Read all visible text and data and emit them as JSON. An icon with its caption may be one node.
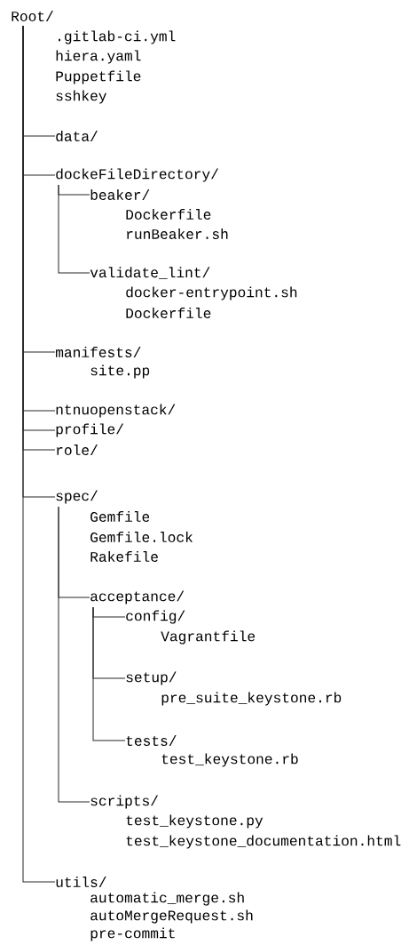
{
  "diagram": {
    "nodes": [
      {
        "text": [
          "Root/"
        ]
      },
      {
        "text": [
          "data/"
        ]
      },
      {
        "text": [
          "dockeFileDirectory/"
        ]
      },
      {
        "text": [
          "beaker/"
        ]
      },
      {
        "text": [
          "validate_lint/"
        ]
      },
      {
        "text": [
          "manifests/"
        ]
      },
      {
        "text": [
          "ntnuopenstack/"
        ]
      },
      {
        "text": [
          "profile/"
        ]
      },
      {
        "text": [
          "role/"
        ]
      },
      {
        "text": [
          "spec/"
        ]
      },
      {
        "text": [
          "acceptance/"
        ]
      },
      {
        "text": [
          "config/"
        ]
      },
      {
        "text": [
          "setup/"
        ]
      },
      {
        "text": [
          "tests/"
        ]
      },
      {
        "text": [
          "scripts/"
        ]
      },
      {
        "text": [
          "utils/"
        ]
      }
    ],
    "edges": [
      {
        "from": 0,
        "to": 1,
        "arrow": "none"
      },
      {
        "from": 0,
        "to": 2,
        "arrow": "none"
      },
      {
        "from": 2,
        "to": 3,
        "arrow": "none"
      },
      {
        "from": 2,
        "to": 4,
        "arrow": "none"
      },
      {
        "from": 0,
        "to": 5,
        "arrow": "none"
      },
      {
        "from": 0,
        "to": 6,
        "arrow": "none"
      },
      {
        "from": 0,
        "to": 7,
        "arrow": "none"
      },
      {
        "from": 0,
        "to": 8,
        "arrow": "none"
      },
      {
        "from": 0,
        "to": 9,
        "arrow": "none"
      },
      {
        "from": 9,
        "to": 10,
        "arrow": "none"
      },
      {
        "from": 10,
        "to": 11,
        "arrow": "none"
      },
      {
        "from": 10,
        "to": 12,
        "arrow": "none"
      },
      {
        "from": 10,
        "to": 13,
        "arrow": "none"
      },
      {
        "from": 9,
        "to": 14,
        "arrow": "none"
      },
      {
        "from": 0,
        "to": 15,
        "arrow": "none"
      }
    ],
    "labels": [
      ".gitlab-ci.yml",
      "hiera.yaml",
      "Puppetfile",
      "sshkey",
      "Dockerfile",
      "runBeaker.sh",
      "docker-entrypoint.sh",
      "Dockerfile",
      "site.pp",
      "Gemfile",
      "Gemfile.lock",
      "Rakefile",
      "Vagrantfile",
      "pre_suite_keystone.rb",
      "test_keystone.rb",
      "test_keystone.py",
      "test_keystone_documentation.html",
      "automatic_merge.sh",
      "autoMergeRequest.sh",
      "pre-commit"
    ]
  }
}
